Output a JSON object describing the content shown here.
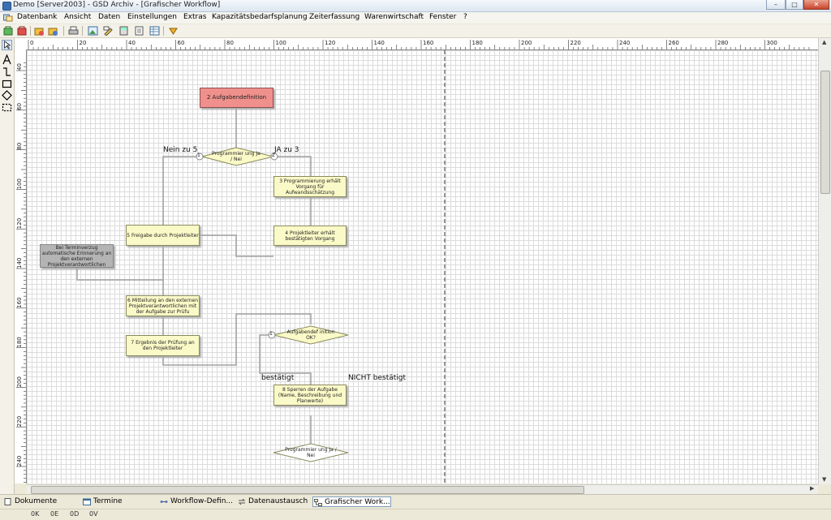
{
  "window": {
    "title": "Demo [Server2003] - GSD Archiv - [Grafischer Workflow]"
  },
  "menu": [
    "Datenbank",
    "Ansicht",
    "Daten",
    "Einstellungen",
    "Extras",
    "Kapazitätsbedarfsplanung",
    "Zeiterfassung",
    "Warenwirtschaft",
    "Fenster",
    "?"
  ],
  "ruler": {
    "h_ticks": [
      "0",
      "20",
      "40",
      "60",
      "80",
      "100",
      "120",
      "140",
      "160",
      "180",
      "200",
      "220",
      "240",
      "260",
      "280",
      "300"
    ],
    "v_ticks": [
      "40",
      "60",
      "80",
      "100",
      "120",
      "140",
      "160",
      "180",
      "200",
      "220",
      "240"
    ]
  },
  "workflow": {
    "nodes": {
      "n2": "2 Aufgabendefinition",
      "d1": "Programmier ung Ja / Nei",
      "n3": "3 Programmierung erhält Vorgang für Aufwandsschätzung",
      "n4": "4 Projektleiter erhält bestätigten Vorgang",
      "n5": "5 Freigabe durch Projektleiter",
      "reminder": "Bei Terminverzug automatische Erinnerung an den externen Projektverantwortlichen",
      "n6": "6 Mitteilung an den externen Projektverantwortlichen mit der Aufgabe zur Prüfu",
      "n7": "7 Ergebnis der Prüfung an den Projektleiter",
      "d2": "Aufgabendef inition OK?",
      "n8": "8 Sperren der Aufgabe (Name, Beschreibung und Planwerte)",
      "d3": "Programmier ung Ja / Nei"
    },
    "labels": {
      "nein": "Nein zu 5",
      "ja": "JA zu 3",
      "port1": "1",
      "port2": "2",
      "port3": "1",
      "bestaetigt": "bestätigt",
      "nicht": "NICHT bestätigt"
    }
  },
  "tasks": [
    "Dokumente",
    "Termine",
    "Workflow-Defin...",
    "Datenaustausch",
    "Grafischer Work..."
  ],
  "status": [
    "0K",
    "0E",
    "0D",
    "0V"
  ],
  "colors": {
    "node_fill": "#fafac8",
    "start_fill": "#f0908c",
    "reminder_fill": "#b4b4b4",
    "connector": "#a0a0a0"
  }
}
